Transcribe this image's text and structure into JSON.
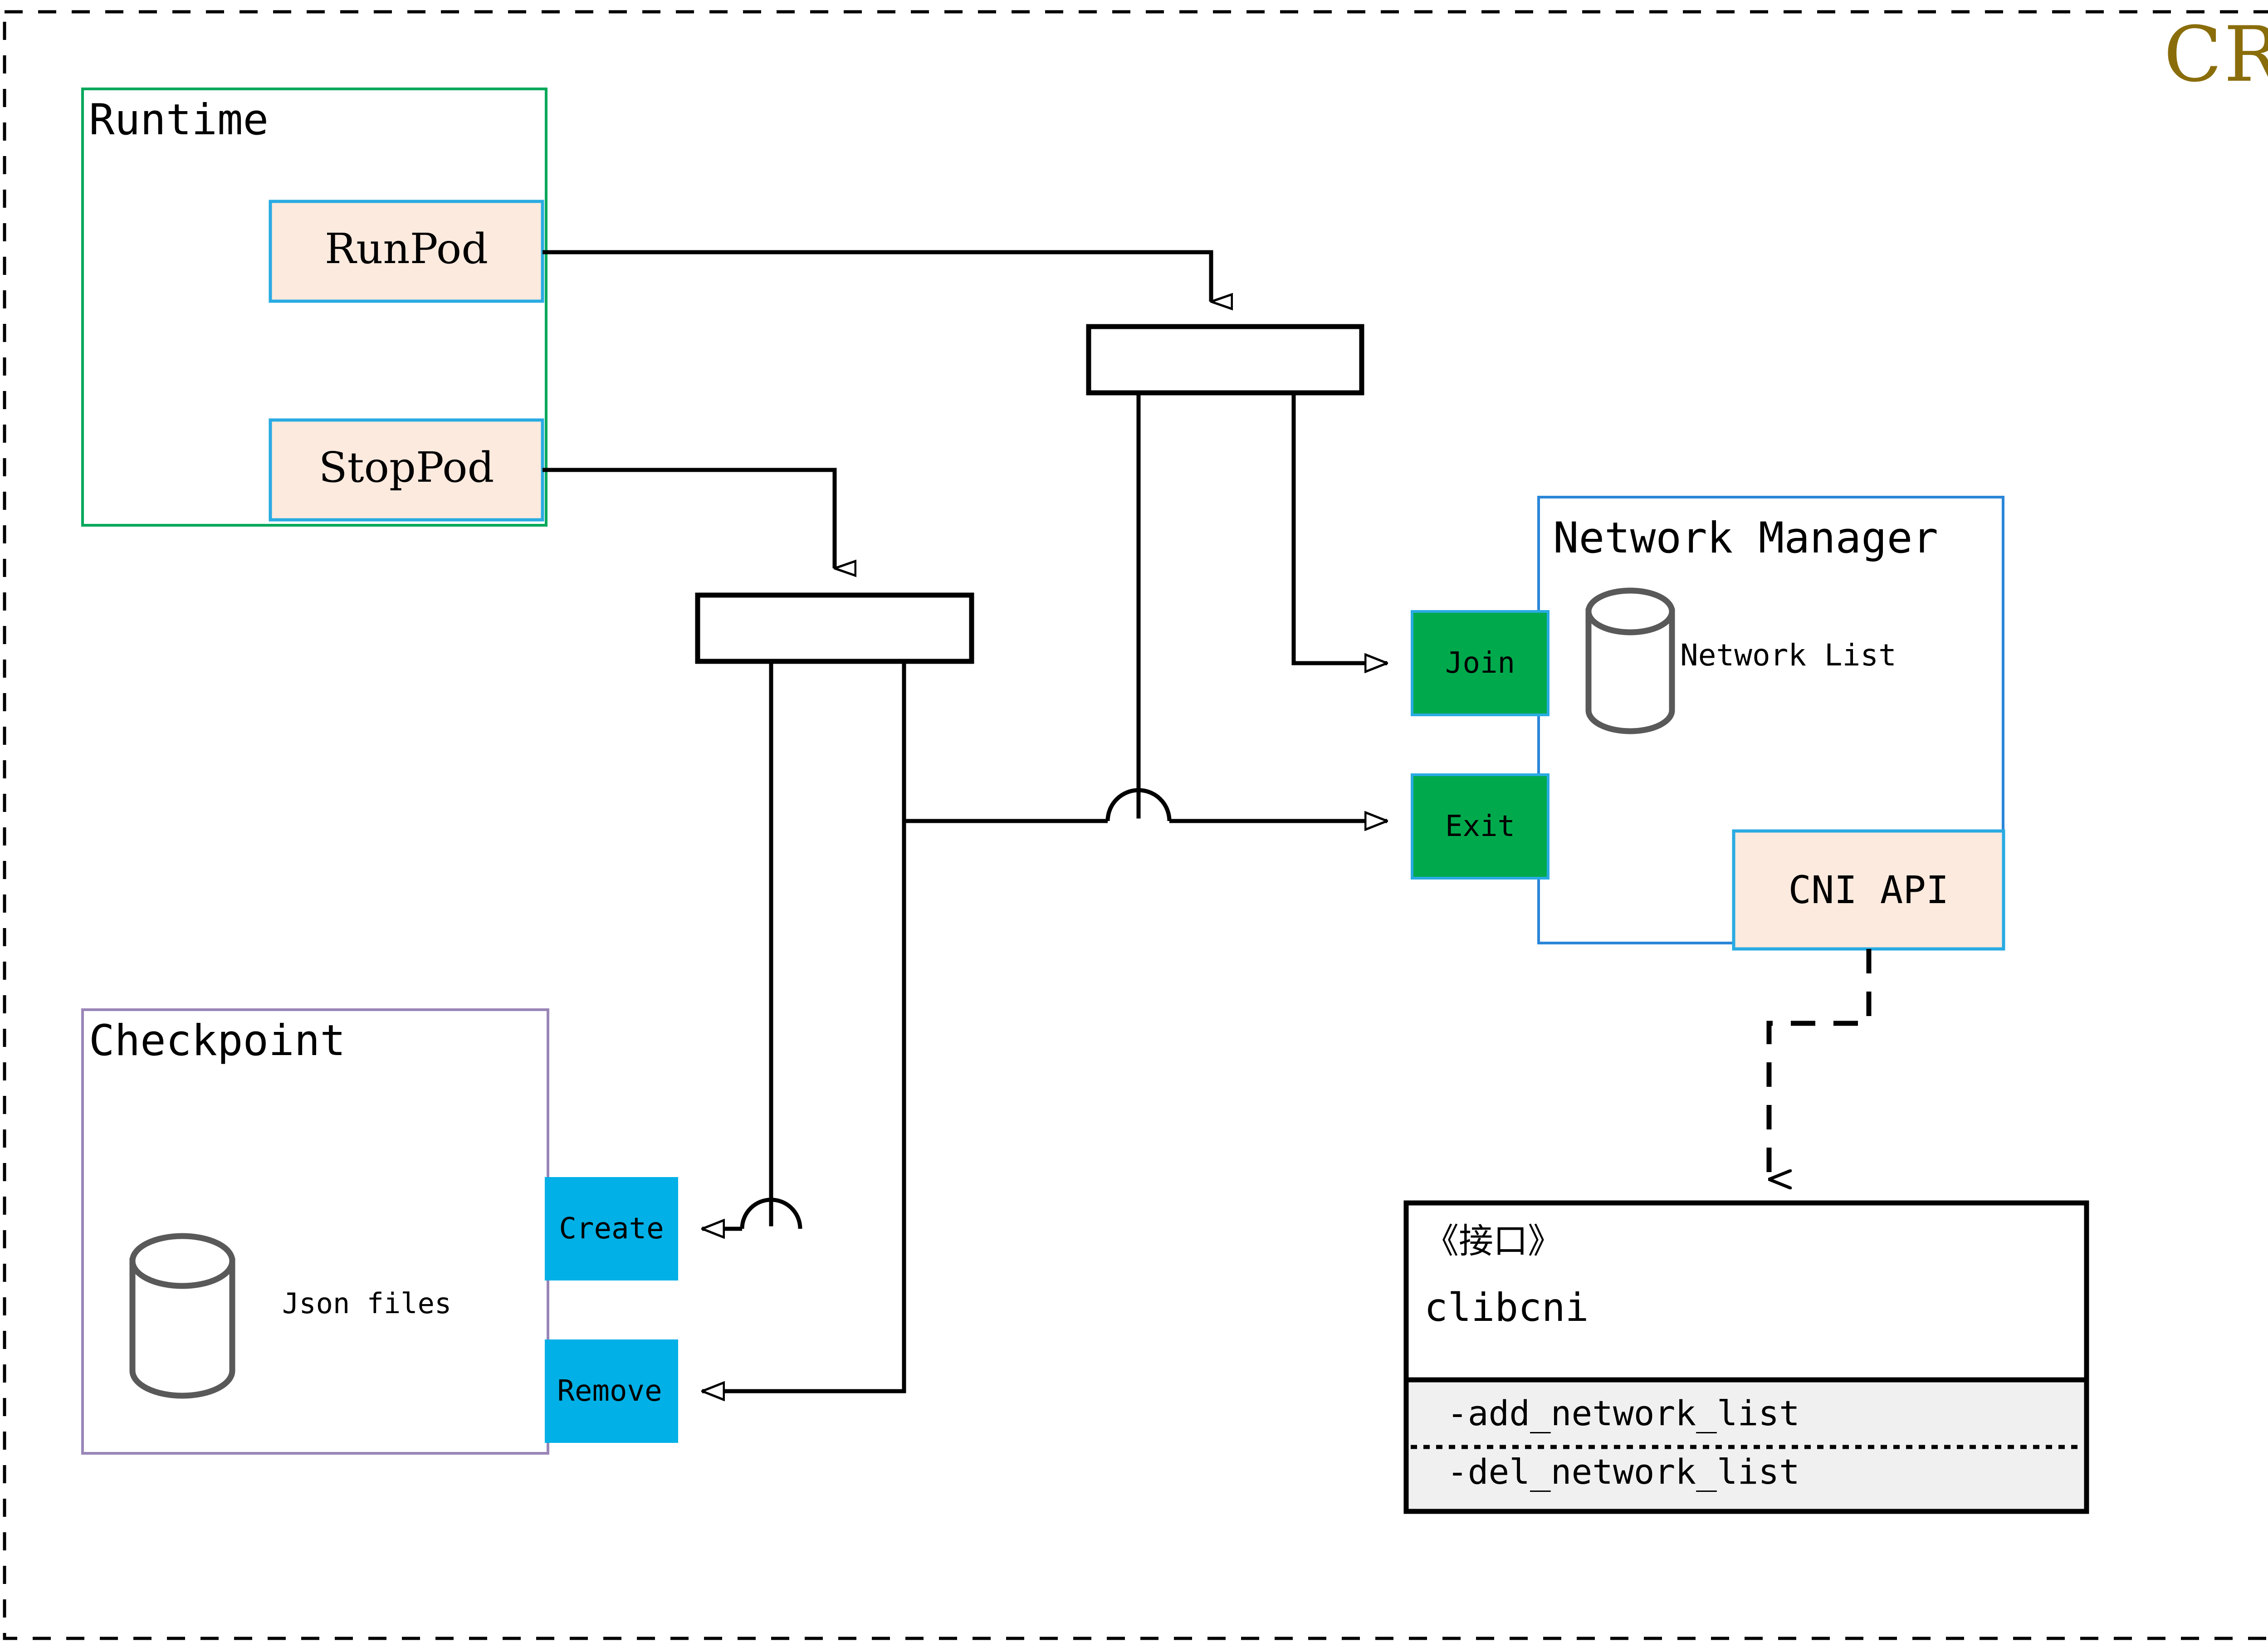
{
  "canvas": {
    "title": "CRI",
    "title_color": "#8a6d0b",
    "border_style": "dashed",
    "border_color": "#000000",
    "background": "#ffffff"
  },
  "colors": {
    "runtime_border": "#00a85a",
    "checkpoint_border": "#9a86b8",
    "network_manager_border": "#2a86d8",
    "method_box_fill": "#fceade",
    "method_box_border": "#29abe2",
    "green_port_fill": "#00aa4c",
    "cyan_port_fill": "#00b0e6",
    "bar_fill": "#ffffff",
    "bar_stroke": "#000000",
    "cylinder_stroke": "#595959",
    "interface_header_fill": "#ffffff",
    "interface_body_fill": "#f0f0f0",
    "interface_border": "#000000",
    "connector_stroke": "#000000"
  },
  "groups": {
    "runtime": {
      "label": "Runtime",
      "methods": [
        {
          "label": "RunPod"
        },
        {
          "label": "StopPod"
        }
      ]
    },
    "checkpoint": {
      "label": "Checkpoint",
      "store_label": "Json files",
      "ports": [
        {
          "label": "Create"
        },
        {
          "label": "Remove"
        }
      ]
    },
    "network_manager": {
      "label": "Network Manager",
      "store_label": "Network List",
      "ports": [
        {
          "label": "Join"
        },
        {
          "label": "Exit"
        }
      ],
      "api_box": {
        "label": "CNI API"
      }
    }
  },
  "interface_box": {
    "stereotype": "《接口》",
    "name": "clibcni",
    "methods": [
      "-add_network_list",
      "-del_network_list"
    ]
  },
  "forks": [
    {
      "name": "runpod-fork-bar"
    },
    {
      "name": "stoppod-fork-bar"
    }
  ],
  "connectors": [
    {
      "from": "RunPod",
      "to": "runpod-fork-bar",
      "style": "solid",
      "arrow": "hollow-triangle"
    },
    {
      "from": "StopPod",
      "to": "stoppod-fork-bar",
      "style": "solid",
      "arrow": "hollow-triangle"
    },
    {
      "from": "runpod-fork-bar",
      "to": "Join",
      "style": "solid",
      "arrow": "hollow-triangle"
    },
    {
      "from": "runpod-fork-bar",
      "to": "Create",
      "style": "solid",
      "arrow": "hollow-triangle"
    },
    {
      "from": "stoppod-fork-bar",
      "to": "Exit",
      "style": "solid",
      "arrow": "hollow-triangle"
    },
    {
      "from": "stoppod-fork-bar",
      "to": "Remove",
      "style": "solid",
      "arrow": "hollow-triangle"
    },
    {
      "from": "CNI API",
      "to": "clibcni",
      "style": "dashed",
      "arrow": "open-v"
    }
  ]
}
